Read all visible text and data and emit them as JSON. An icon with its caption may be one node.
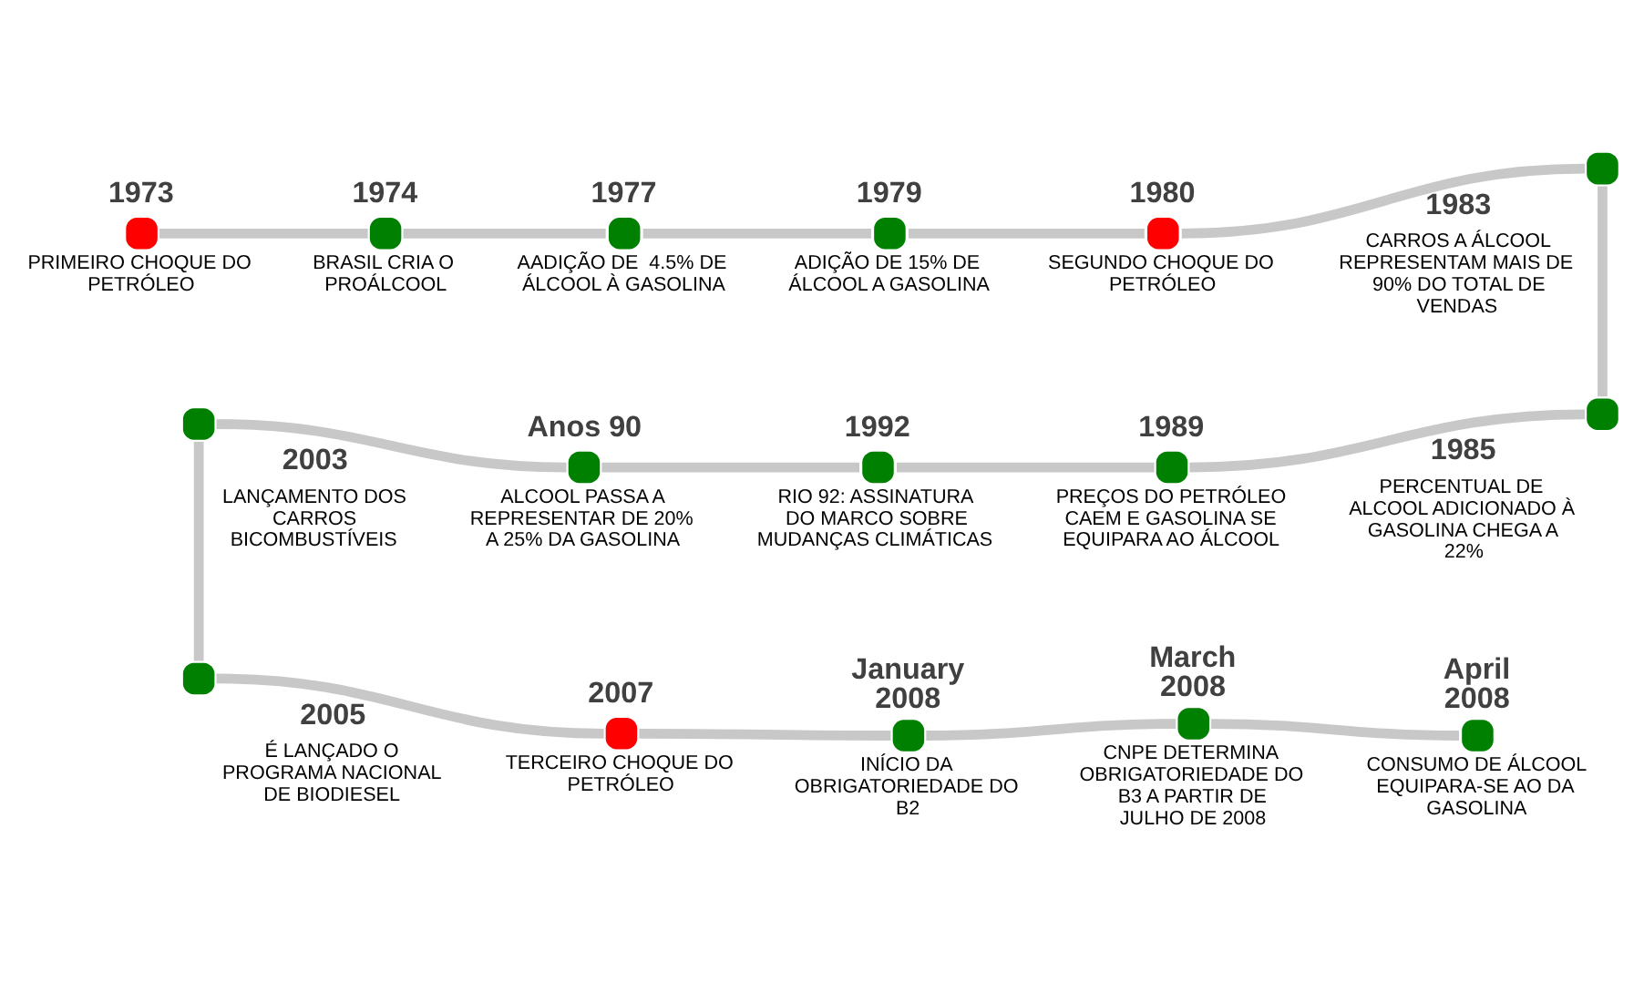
{
  "diagram": {
    "nodes": [
      {
        "text": [
          "1973",
          "PRIMEIRO CHOQUE DO PETRÓLEO"
        ]
      },
      {
        "text": [
          "1974",
          "BRASIL CRIA O PROÁLCOOL"
        ]
      },
      {
        "text": [
          "1977",
          "AADIÇÃO DE  4.5% DE ÁLCOOL À GASOLINA"
        ]
      },
      {
        "text": [
          "1979",
          "ADIÇÃO DE 15% DE ÁLCOOL A GASOLINA"
        ]
      },
      {
        "text": [
          "1980",
          "SEGUNDO CHOQUE DO PETRÓLEO"
        ]
      },
      {
        "text": [
          "1983",
          "CARROS A ÁLCOOL REPRESENTAM MAIS DE 90% DO TOTAL DE VENDAS"
        ]
      },
      {
        "text": [
          "1985",
          "PERCENTUAL DE ALCOOL ADICIONADO À GASOLINA CHEGA A 22%"
        ]
      },
      {
        "text": [
          "1989",
          "PREÇOS DO PETRÓLEO CAEM E GASOLINA SE EQUIPARA AO ÁLCOOL"
        ]
      },
      {
        "text": [
          "1992",
          "RIO 92: ASSINATURA DO MARCO SOBRE MUDANÇAS CLIMÁTICAS"
        ]
      },
      {
        "text": [
          "Anos 90",
          "ALCOOL PASSA A REPRESENTAR DE 20% A 25% DA GASOLINA"
        ]
      },
      {
        "text": [
          "2003",
          "LANÇAMENTO DOS CARROS BICOMBUSTÍVEIS"
        ]
      },
      {
        "text": [
          "2005",
          "É LANÇADO O PROGRAMA NACIONAL DE BIODIESEL"
        ]
      },
      {
        "text": [
          "2007",
          "TERCEIRO CHOQUE DO PETRÓLEO"
        ]
      },
      {
        "text": [
          "January 2008",
          "INÍCIO DA OBRIGATORIEDADE DO B2"
        ]
      },
      {
        "text": [
          "March 2008",
          "CNPE DETERMINA OBRIGATORIEDADE DO B3 A PARTIR DE JULHO DE 2008"
        ]
      },
      {
        "text": [
          "April 2008",
          "CONSUMO DE ÁLCOOL EQUIPARA-SE AO DA GASOLINA"
        ]
      }
    ],
    "edges": [
      {
        "from": 0,
        "to": 1,
        "arrow": "none"
      },
      {
        "from": 1,
        "to": 2,
        "arrow": "none"
      },
      {
        "from": 2,
        "to": 3,
        "arrow": "none"
      },
      {
        "from": 3,
        "to": 4,
        "arrow": "none"
      },
      {
        "from": 4,
        "to": 5,
        "arrow": "none"
      },
      {
        "from": 5,
        "to": 6,
        "arrow": "none"
      },
      {
        "from": 6,
        "to": 7,
        "arrow": "none"
      },
      {
        "from": 7,
        "to": 8,
        "arrow": "none"
      },
      {
        "from": 8,
        "to": 9,
        "arrow": "none"
      },
      {
        "from": 9,
        "to": 10,
        "arrow": "none"
      },
      {
        "from": 10,
        "to": 11,
        "arrow": "none"
      },
      {
        "from": 11,
        "to": 12,
        "arrow": "none"
      },
      {
        "from": 12,
        "to": 13,
        "arrow": "none"
      },
      {
        "from": 13,
        "to": 14,
        "arrow": "none"
      },
      {
        "from": 14,
        "to": 15,
        "arrow": "none"
      }
    ]
  }
}
